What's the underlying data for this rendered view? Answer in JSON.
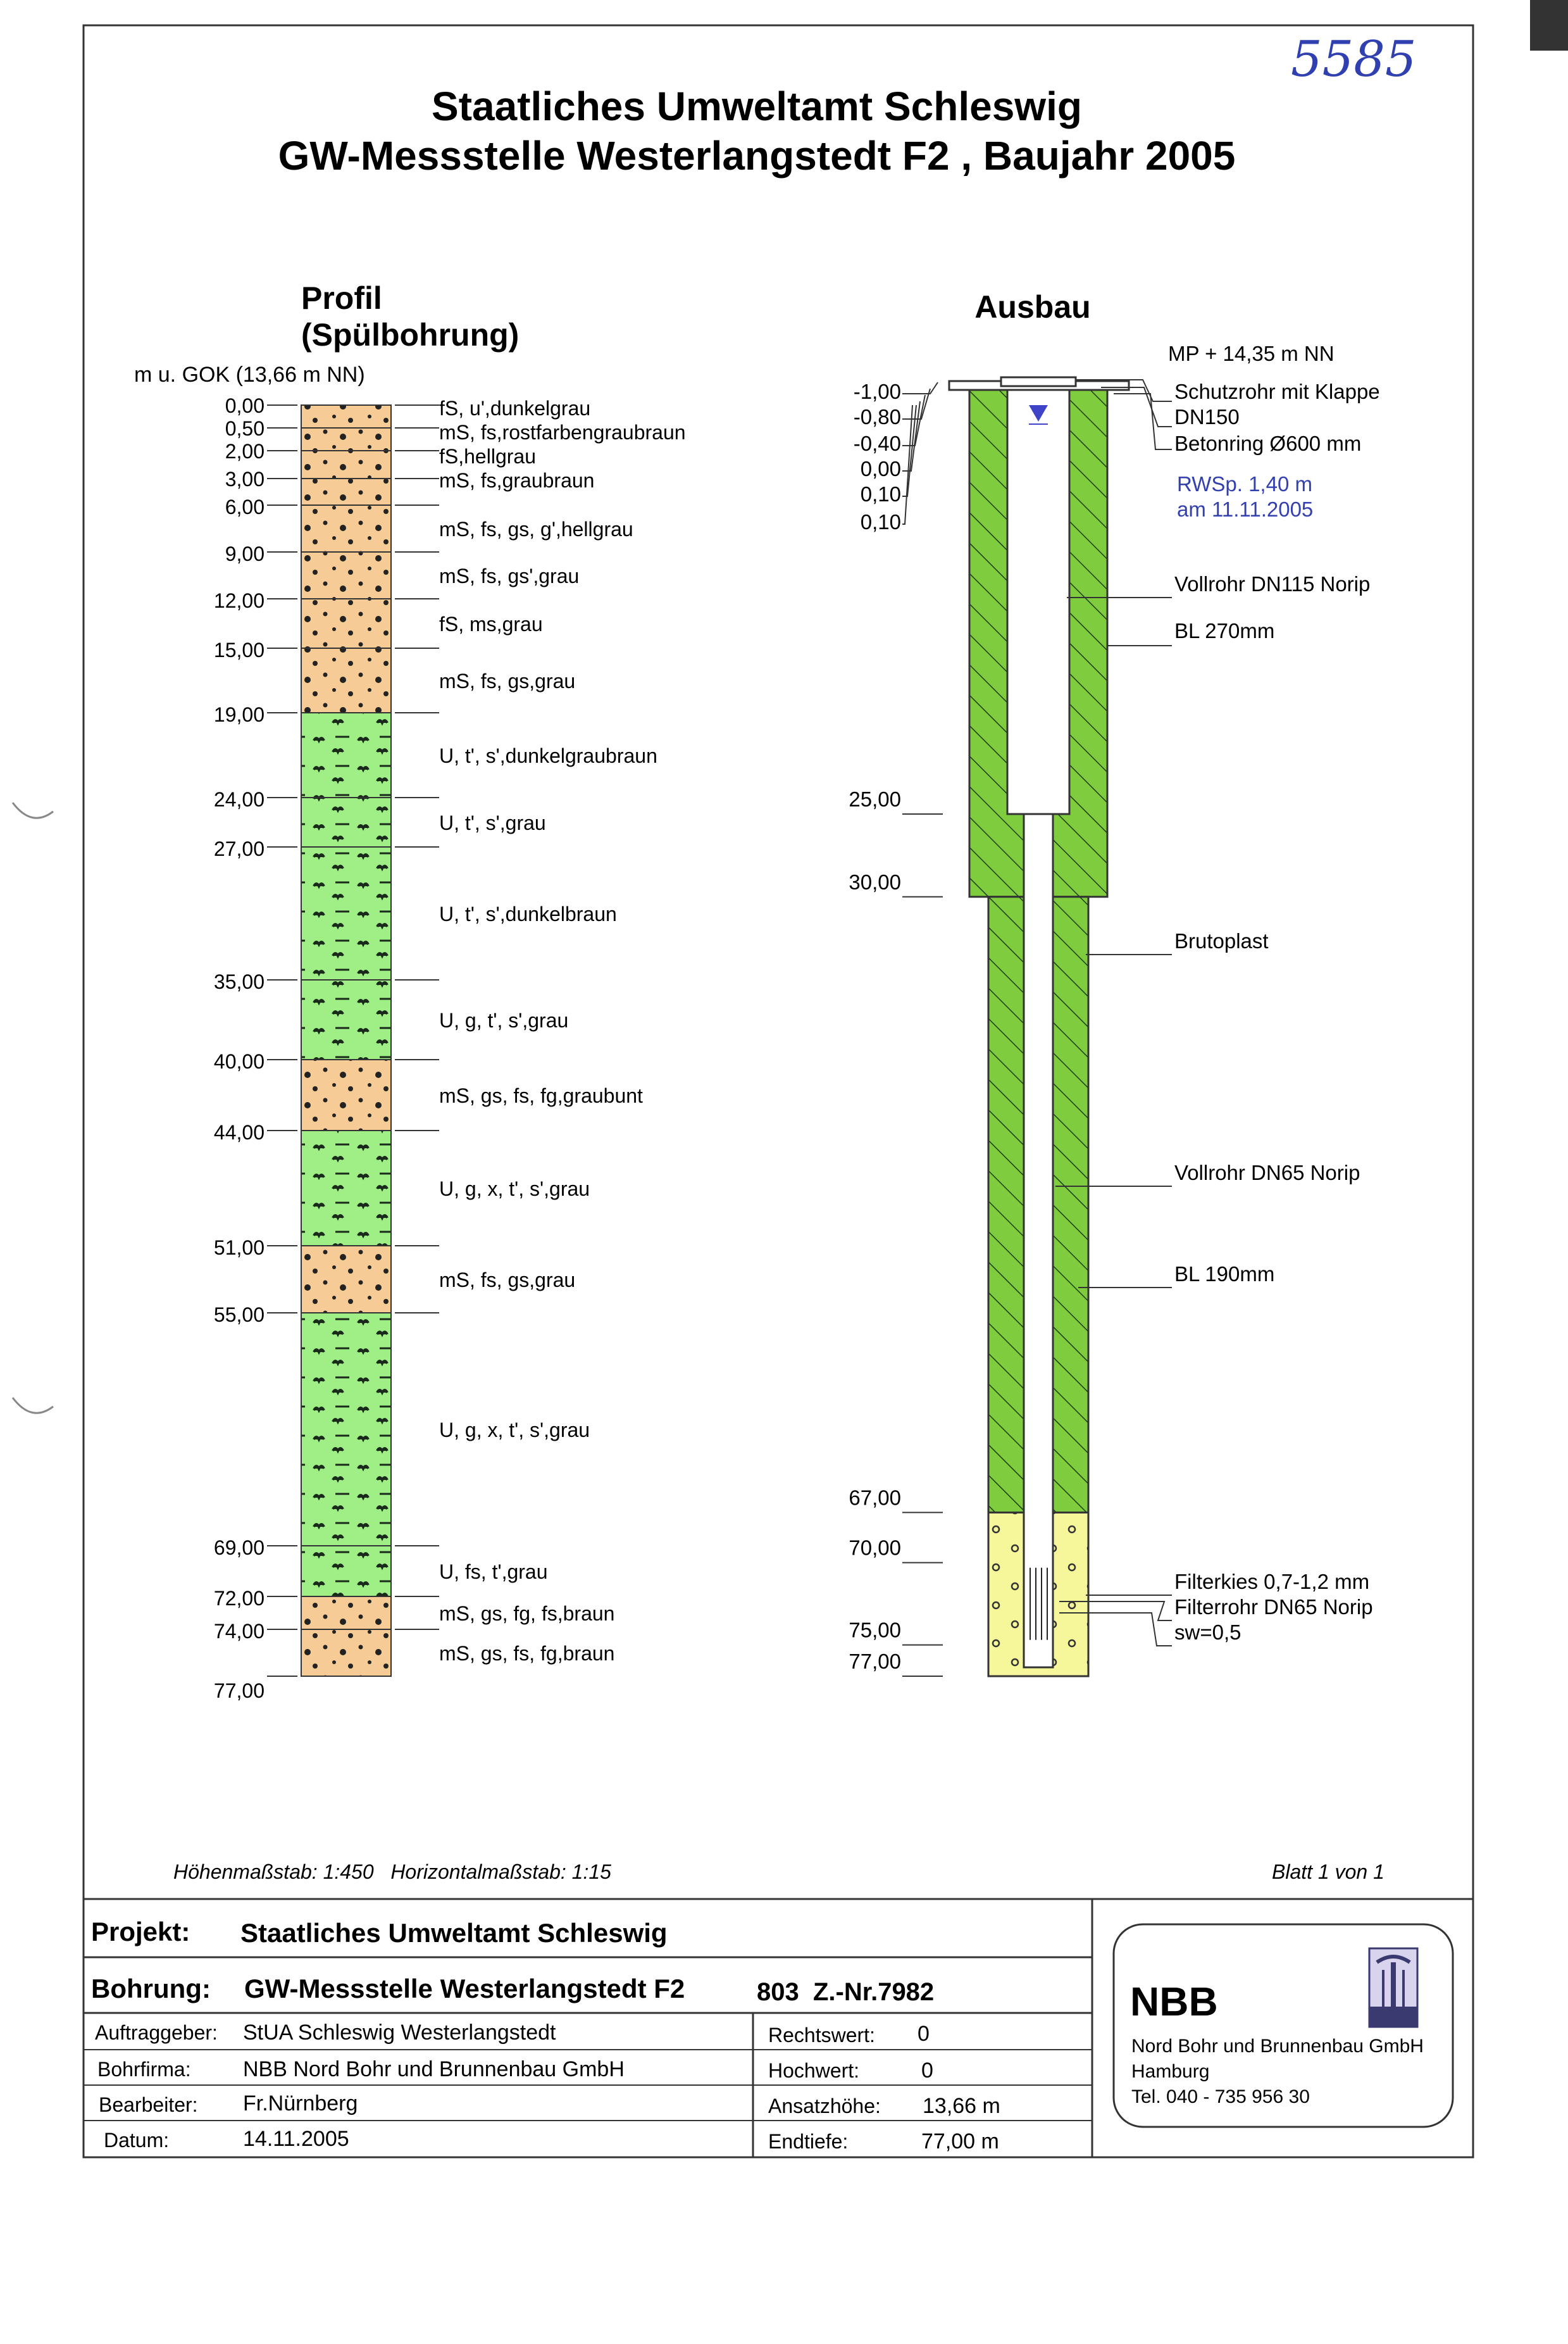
{
  "handwritten_number": "5585",
  "title_line1": "Staatliches Umweltamt Schleswig",
  "title_line2": "GW-Messstelle Westerlangstedt F2 , Baujahr  2005",
  "profil": {
    "heading1": "Profil",
    "heading2": "(Spülbohrung)",
    "depth_header": "m u. GOK (13,66 m NN)",
    "layers": [
      {
        "top": 0.0,
        "bottom": 0.5,
        "top_label": "0,00",
        "kind": "sand",
        "desc": "fS, u',dunkelgrau"
      },
      {
        "top": 0.5,
        "bottom": 2.0,
        "top_label": "0,50",
        "kind": "sand",
        "desc": "mS, fs,rostfarbengraubraun"
      },
      {
        "top": 2.0,
        "bottom": 3.0,
        "top_label": "2,00",
        "kind": "sand",
        "desc": "fS,hellgrau"
      },
      {
        "top": 3.0,
        "bottom": 6.0,
        "top_label": "3,00",
        "kind": "sand",
        "desc": "mS, fs,graubraun"
      },
      {
        "top": 6.0,
        "bottom": 9.0,
        "top_label": "6,00",
        "kind": "sand",
        "desc": "mS, fs, gs, g',hellgrau"
      },
      {
        "top": 9.0,
        "bottom": 12.0,
        "top_label": "9,00",
        "kind": "sand",
        "desc": "mS, fs, gs',grau"
      },
      {
        "top": 12.0,
        "bottom": 15.0,
        "top_label": "12,00",
        "kind": "sand",
        "desc": "fS, ms,grau"
      },
      {
        "top": 15.0,
        "bottom": 19.0,
        "top_label": "15,00",
        "kind": "sand",
        "desc": "mS, fs, gs,grau"
      },
      {
        "top": 19.0,
        "bottom": 24.0,
        "top_label": "19,00",
        "kind": "silt",
        "desc": "U, t', s',dunkelgraubraun"
      },
      {
        "top": 24.0,
        "bottom": 27.0,
        "top_label": "24,00",
        "kind": "silt",
        "desc": "U, t', s',grau"
      },
      {
        "top": 27.0,
        "bottom": 35.0,
        "top_label": "27,00",
        "kind": "silt",
        "desc": "U, t', s',dunkelbraun"
      },
      {
        "top": 35.0,
        "bottom": 40.0,
        "top_label": "35,00",
        "kind": "silt",
        "desc": "U, g, t', s',grau"
      },
      {
        "top": 40.0,
        "bottom": 44.0,
        "top_label": "40,00",
        "kind": "sand",
        "desc": "mS, gs, fs, fg,graubunt"
      },
      {
        "top": 44.0,
        "bottom": 51.0,
        "top_label": "44,00",
        "kind": "silt",
        "desc": "U, g, x, t', s',grau"
      },
      {
        "top": 51.0,
        "bottom": 55.0,
        "top_label": "51,00",
        "kind": "sand",
        "desc": "mS, fs, gs,grau"
      },
      {
        "top": 55.0,
        "bottom": 69.0,
        "top_label": "55,00",
        "kind": "silt",
        "desc": "U, g, x, t', s',grau"
      },
      {
        "top": 69.0,
        "bottom": 72.0,
        "top_label": "69,00",
        "kind": "silt",
        "desc": "U, fs, t',grau"
      },
      {
        "top": 72.0,
        "bottom": 74.0,
        "top_label": "72,00",
        "kind": "sand",
        "desc": "mS, gs, fg, fs,braun"
      },
      {
        "top": 74.0,
        "bottom": 77.0,
        "top_label": "74,00",
        "kind": "sand",
        "desc": "mS, gs, fs, fg,braun"
      }
    ],
    "bottom_label": "77,00"
  },
  "ausbau": {
    "heading": "Ausbau",
    "top_labels": [
      "-1,00",
      "-0,80",
      "-0,40",
      "0,00",
      "0,10",
      "0,10"
    ],
    "depth_labels": [
      {
        "depth": 25.0,
        "label": "25,00"
      },
      {
        "depth": 30.0,
        "label": "30,00"
      },
      {
        "depth": 67.0,
        "label": "67,00"
      },
      {
        "depth": 70.0,
        "label": "70,00"
      },
      {
        "depth": 75.0,
        "label": "75,00"
      },
      {
        "depth": 77.0,
        "label": "77,00"
      }
    ],
    "annotations": {
      "mp": "MP + 14,35 m NN",
      "schutzrohr1": "Schutzrohr mit Klappe",
      "schutzrohr2": "DN150",
      "betonring": "Betonring Ø600 mm",
      "rwsp1": "RWSp. 1,40 m",
      "rwsp2": "am 11.11.2005",
      "vollrohr115": "Vollrohr DN115 Norip",
      "bl270": "BL 270mm",
      "brutoplast": "Brutoplast",
      "vollrohr65": "Vollrohr DN65 Norip",
      "bl190": "BL 190mm",
      "filterkies": "Filterkies 0,7-1,2 mm",
      "filterrohr": "Filterrohr DN65 Norip",
      "sw": "sw=0,5"
    },
    "grout_bottom_depth": 67.0,
    "wide_bore_depth": 30.0,
    "large_pipe_depth": 25.0,
    "water_level_depth": 1.4
  },
  "scale_text": "Höhenmaßstab: 1:450   Horizontalmaßstab: 1:15",
  "sheet_text": "Blatt 1 von 1",
  "table": {
    "projekt_label": "Projekt:",
    "projekt_value": "Staatliches Umweltamt Schleswig",
    "bohrung_label": "Bohrung:",
    "bohrung_value": "GW-Messstelle Westerlangstedt F2",
    "bohrung_nr": "803  Z.-Nr.7982",
    "rows": [
      {
        "label": "Auftraggeber:",
        "value": "StUA Schleswig Westerlangstedt",
        "rlabel": "Rechtswert:",
        "rvalue": "0"
      },
      {
        "label": "Bohrfirma:",
        "value": "NBB Nord Bohr und Brunnenbau GmbH",
        "rlabel": "Hochwert:",
        "rvalue": "0"
      },
      {
        "label": "Bearbeiter:",
        "value": "Fr.Nürnberg",
        "rlabel": "Ansatzhöhe:",
        "rvalue": "13,66 m"
      },
      {
        "label": "Datum:",
        "value": "14.11.2005",
        "rlabel": "Endtiefe:",
        "rvalue": "77,00 m"
      }
    ]
  },
  "company": {
    "name": "NBB",
    "line1": "Nord Bohr und Brunnenbau GmbH",
    "line2": "Hamburg",
    "line3": "Tel. 040 - 735 956 30"
  },
  "colors": {
    "sand": "#f7cb95",
    "silt": "#9fee86",
    "grout": "#7fcd3e",
    "filter": "#f6f69a",
    "water_marker": "#3f43c8",
    "rwsp_text": "#3340b0"
  }
}
